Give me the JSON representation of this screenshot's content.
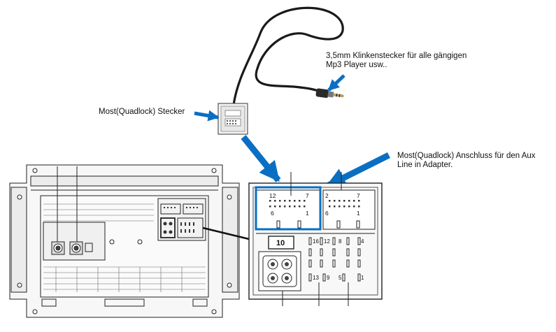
{
  "annotations": {
    "jack": {
      "line1": "3,5mm Klinkenstecker für alle gängigen",
      "line2": "Mp3 Player usw.."
    },
    "plug": {
      "text": "Most(Quadlock) Stecker"
    },
    "socket": {
      "line1": "Most(Quadlock) Anschluss für den Aux",
      "line2": "Line in Adapter."
    }
  },
  "connector": {
    "left_block": {
      "left_number": "12",
      "right_number": "7",
      "row_left": "6",
      "row_right": "1"
    },
    "right_block": {
      "left_number": "2",
      "right_number": "7",
      "row_left": "6",
      "row_right": "1"
    },
    "center_box": "10",
    "pins_top": [
      "16",
      "12",
      "8",
      "4"
    ],
    "pins_bottom": [
      "13",
      "9",
      "5",
      "1"
    ]
  },
  "colors": {
    "arrow": "#0a6fc2",
    "highlight": "#0a6fc2",
    "line": "#222222"
  }
}
